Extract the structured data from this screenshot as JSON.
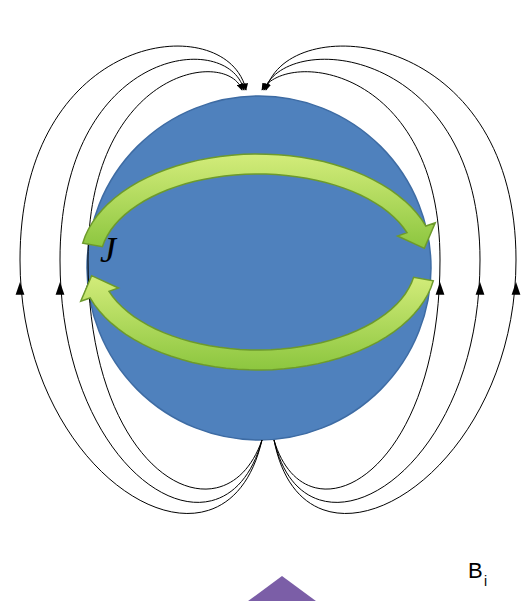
{
  "diagram": {
    "nodes": [
      {
        "text": [
          "J"
        ]
      }
    ],
    "labels": [
      "B",
      "i"
    ]
  }
}
